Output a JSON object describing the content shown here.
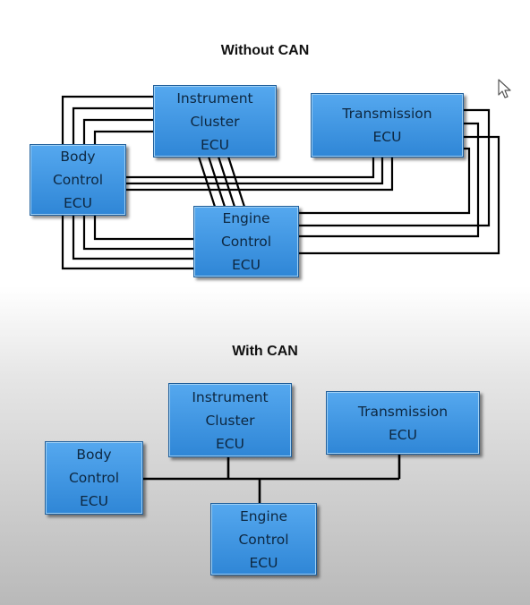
{
  "top": {
    "title": "Without CAN",
    "nodes": {
      "instrument": [
        "Instrument",
        "Cluster",
        "ECU"
      ],
      "transmission": [
        "Transmission",
        "ECU"
      ],
      "body": [
        "Body",
        "Control",
        "ECU"
      ],
      "engine": [
        "Engine",
        "Control",
        "ECU"
      ]
    }
  },
  "bottom": {
    "title": "With CAN",
    "nodes": {
      "instrument": [
        "Instrument",
        "Cluster",
        "ECU"
      ],
      "transmission": [
        "Transmission",
        "ECU"
      ],
      "body": [
        "Body",
        "Control",
        "ECU"
      ],
      "engine": [
        "Engine",
        "Control",
        "ECU"
      ]
    }
  },
  "colors": {
    "box": "#3d95e2",
    "wire": "#000000"
  },
  "icons": {
    "cursor": "mouse-pointer-icon"
  }
}
